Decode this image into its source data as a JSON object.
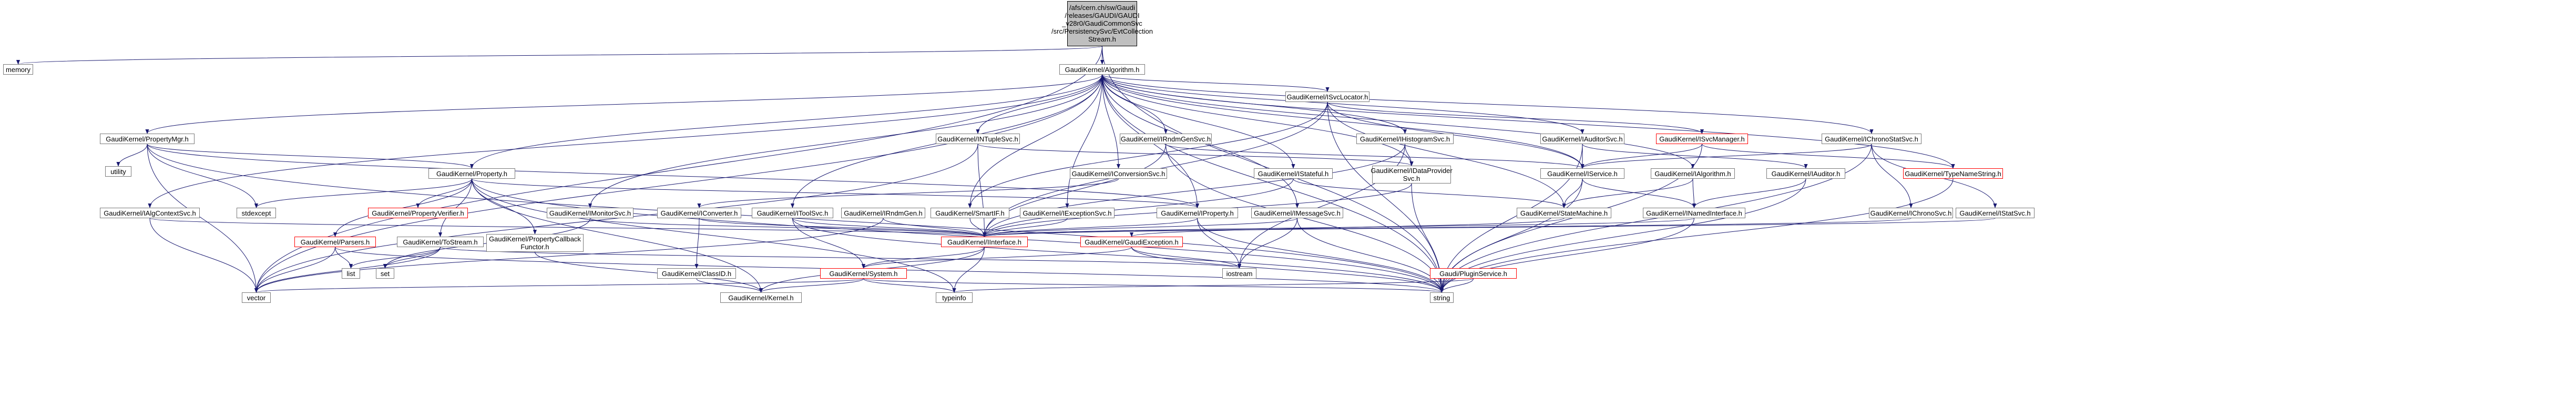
{
  "graph": {
    "root": {
      "label": "/afs/cern.ch/sw/Gaudi\n/releases/GAUDI/GAUDI\n_v28r0/GaudiCommonSvc\n/src/PersistencySvc/EvtCollection\nStream.h"
    },
    "edge_color": "#191970",
    "red_border_color": "#ff0000",
    "nodes": {
      "memory": "memory",
      "algorithm": "GaudiKernel/Algorithm.h",
      "vector": "vector",
      "string": "string",
      "propertymgr": "GaudiKernel/PropertyMgr.h",
      "ntuplesvc": "GaudiKernel/INTupleSvc.h",
      "rndmgensvc": "GaudiKernel/IRndmGenSvc.h",
      "histogramsvc": "GaudiKernel/IHistogramSvc.h",
      "svclocator": "GaudiKernel/ISvcLocator.h",
      "auditorsvc": "GaudiKernel/IAuditorSvc.h",
      "svcmanager": "GaudiKernel/ISvcManager.h",
      "chronostatsvc": "GaudiKernel/IChronoStatSvc.h",
      "utility": "utility",
      "property": "GaudiKernel/Property.h",
      "conversionsvc": "GaudiKernel/IConversionSvc.h",
      "statefulh": "GaudiKernel/IStateful.h",
      "dataprovidersvc": "GaudiKernel/IDataProvider\nSvc.h",
      "iservice": "GaudiKernel/IService.h",
      "ialgorithm": "GaudiKernel/IAlgorithm.h",
      "iauditor": "GaudiKernel/IAuditor.h",
      "typenamestring": "GaudiKernel/TypeNameString.h",
      "algcontextsvc": "GaudiKernel/IAlgContextSvc.h",
      "stdexcept": "stdexcept",
      "propertyverifier": "GaudiKernel/PropertyVerifier.h",
      "imonitorsvc": "GaudiKernel/IMonitorSvc.h",
      "iconverter": "GaudiKernel/IConverter.h",
      "itoolsvc": "GaudiKernel/IToolSvc.h",
      "irndmgen": "GaudiKernel/IRndmGen.h",
      "smartif": "GaudiKernel/SmartIF.h",
      "iexceptionsvc": "GaudiKernel/IExceptionSvc.h",
      "iproperty": "GaudiKernel/IProperty.h",
      "imessagesvc": "GaudiKernel/IMessageSvc.h",
      "statemachine": "GaudiKernel/StateMachine.h",
      "inamedinterface": "GaudiKernel/INamedInterface.h",
      "ichronosvc": "GaudiKernel/IChronoSvc.h",
      "istatsvc": "GaudiKernel/IStatSvc.h",
      "parsers": "GaudiKernel/Parsers.h",
      "tostream": "GaudiKernel/ToStream.h",
      "propertycallback": "GaudiKernel/PropertyCallback\nFunctor.h",
      "iinterface": "GaudiKernel/IInterface.h",
      "gaudiexception": "GaudiKernel/GaudiException.h",
      "list": "list",
      "set": "set",
      "classid": "GaudiKernel/ClassID.h",
      "system": "GaudiKernel/System.h",
      "iostream": "iostream",
      "pluginservice": "Gaudi/PluginService.h",
      "kernel": "GaudiKernel/Kernel.h",
      "typeinfo": "typeinfo"
    }
  }
}
